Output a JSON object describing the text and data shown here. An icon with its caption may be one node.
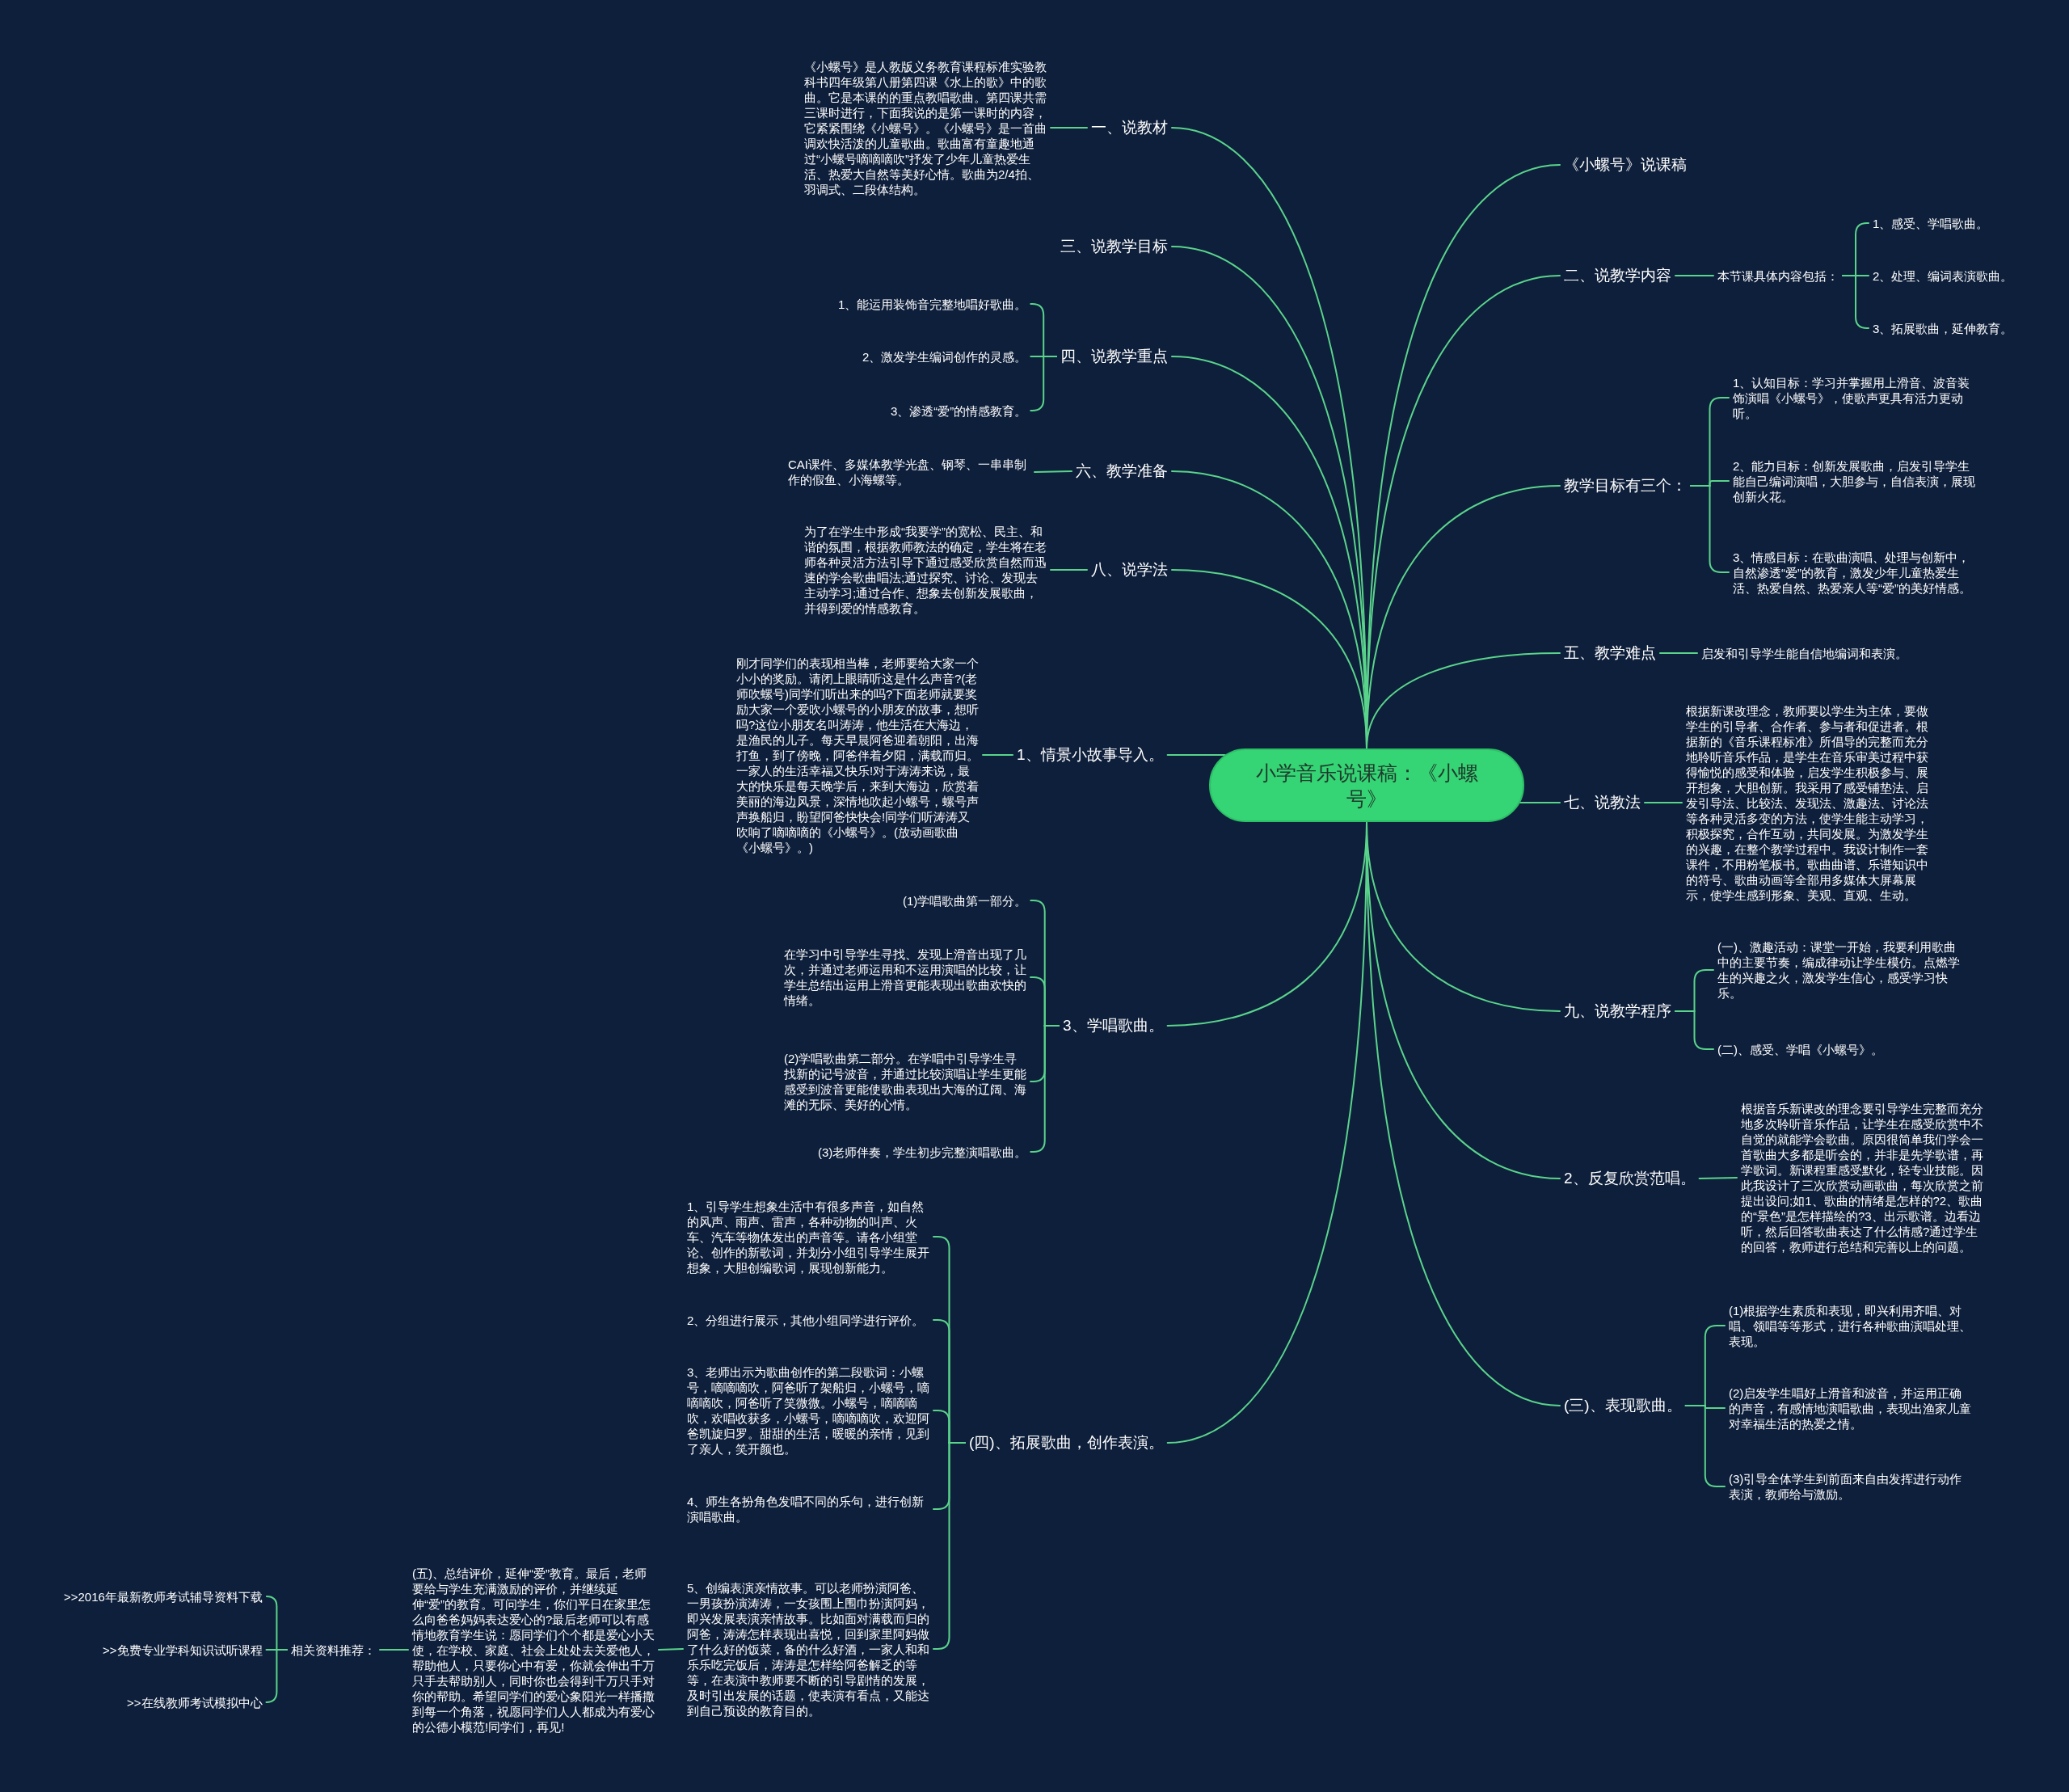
{
  "diagram": {
    "nodes": [
      {
        "text": [
          "小学音乐说课稿：《小螺号》"
        ]
      },
      {
        "text": [
          "一、说教材"
        ]
      },
      {
        "text": [
          "《小螺号》是人教版义务教育课程标准实验教科书四年级第八册第四课《水上的歌》中的歌曲。它是本课的的重点教唱歌曲。第四课共需三课时进行，下面我说的是第一课时的内容，它紧紧围绕《小螺号》。《小螺号》是一首曲调欢快活泼的儿童歌曲。歌曲富有童趣地通过“小螺号嘀嘀嘀吹”抒发了少年儿童热爱生活、热爱大自然等美好心情。歌曲为2/4拍、羽调式、二段体结构。"
        ]
      },
      {
        "text": [
          "三、说教学目标"
        ]
      },
      {
        "text": [
          "四、说教学重点"
        ]
      },
      {
        "text": [
          "1、能运用装饰音完整地唱好歌曲。"
        ]
      },
      {
        "text": [
          "2、激发学生编词创作的灵感。"
        ]
      },
      {
        "text": [
          "3、渗透“爱”的情感教育。"
        ]
      },
      {
        "text": [
          "六、教学准备"
        ]
      },
      {
        "text": [
          "CAI课件、多媒体教学光盘、钢琴、一串串制作的假鱼、小海螺等。"
        ]
      },
      {
        "text": [
          "八、说学法"
        ]
      },
      {
        "text": [
          "为了在学生中形成“我要学”的宽松、民主、和谐的氛围，根据教师教法的确定，学生将在老师各种灵活方法引导下通过感受欣赏自然而迅速的学会歌曲唱法;通过探究、讨论、发现去主动学习;通过合作、想象去创新发展歌曲，并得到爱的情感教育。"
        ]
      },
      {
        "text": [
          "1、情景小故事导入。"
        ]
      },
      {
        "text": [
          "刚才同学们的表现相当棒，老师要给大家一个小小的奖励。请闭上眼睛听这是什么声音?(老师吹螺号)同学们听出来的吗?下面老师就要奖励大家一个爱吹小螺号的小朋友的故事，想听吗?这位小朋友名叫涛涛，他生活在大海边，是渔民的儿子。每天早晨阿爸迎着朝阳，出海打鱼，到了傍晚，阿爸伴着夕阳，满载而归。一家人的生活幸福又快乐!对于涛涛来说，最大的快乐是每天晚学后，来到大海边，欣赏着美丽的海边风景，深情地吹起小螺号，螺号声声换船归，盼望阿爸快快会!同学们听涛涛又吹响了嘀嘀嘀的《小螺号》。(放动画歌曲《小螺号》。)"
        ]
      },
      {
        "text": [
          "3、学唱歌曲。"
        ]
      },
      {
        "text": [
          "(1)学唱歌曲第一部分。"
        ]
      },
      {
        "text": [
          "在学习中引导学生寻找、发现上滑音出现了几次，并通过老师运用和不运用演唱的比较，让学生总结出运用上滑音更能表现出歌曲欢快的情绪。"
        ]
      },
      {
        "text": [
          "(2)学唱歌曲第二部分。在学唱中引导学生寻找新的记号波音，并通过比较演唱让学生更能感受到波音更能使歌曲表现出大海的辽阔、海滩的无际、美好的心情。"
        ]
      },
      {
        "text": [
          "(3)老师伴奏，学生初步完整演唱歌曲。"
        ]
      },
      {
        "text": [
          "(四)、拓展歌曲，创作表演。"
        ]
      },
      {
        "text": [
          "1、引导学生想象生活中有很多声音，如自然的风声、雨声、雷声，各种动物的叫声、火车、汽车等物体发出的声音等。请各小组堂论、创作的新歌词，并划分小组引导学生展开想象，大胆创编歌词，展现创新能力。"
        ]
      },
      {
        "text": [
          "2、分组进行展示，其他小组同学进行评价。"
        ]
      },
      {
        "text": [
          "3、老师出示为歌曲创作的第二段歌词：小螺号，嘀嘀嘀吹，阿爸听了架船归，小螺号，嘀嘀嘀吹，阿爸听了笑微微。小螺号，嘀嘀嘀吹，欢唱收获多，小螺号，嘀嘀嘀吹，欢迎阿爸凯旋归罗。甜甜的生活，暖暖的亲情，见到了亲人，笑开颜也。"
        ]
      },
      {
        "text": [
          "4、师生各扮角色发唱不同的乐句，进行创新演唱歌曲。"
        ]
      },
      {
        "text": [
          "5、创编表演亲情故事。可以老师扮演阿爸、一男孩扮演涛涛，一女孩围上围巾扮演阿妈，即兴发展表演亲情故事。比如面对满载而归的阿爸，涛涛怎样表现出喜悦，回到家里阿妈做了什么好的饭菜，备的什么好酒，一家人和和乐乐吃完饭后，涛涛是怎样给阿爸解乏的等等，在表演中教师要不断的引导剧情的发展，及时引出发展的话题，使表演有看点，又能达到自己预设的教育目的。"
        ]
      },
      {
        "text": [
          "(五)、总结评价，延伸“爱”教育。最后，老师要给与学生充满激励的评价，并继续延伸“爱”的教育。可问学生，你们平日在家里怎么向爸爸妈妈表达爱心的?最后老师可以有感情地教育学生说：愿同学们个个都是爱心小天使，在学校、家庭、社会上处处去关爱他人，帮助他人，只要你心中有爱，你就会伸出千万只手去帮助别人，同时你也会得到千万只手对你的帮助。希望同学们的爱心象阳光一样播撒到每一个角落，祝愿同学们人人都成为有爱心的公德小模范!同学们，再见!"
        ]
      },
      {
        "text": [
          "相关资料推荐："
        ]
      },
      {
        "text": [
          ">>2016年最新教师考试辅导资料下载"
        ]
      },
      {
        "text": [
          ">>免费专业学科知识试听课程"
        ]
      },
      {
        "text": [
          ">>在线教师考试模拟中心"
        ]
      },
      {
        "text": [
          "《小螺号》说课稿"
        ]
      },
      {
        "text": [
          "二、说教学内容"
        ]
      },
      {
        "text": [
          "本节课具体内容包括："
        ]
      },
      {
        "text": [
          "1、感受、学唱歌曲。"
        ]
      },
      {
        "text": [
          "2、处理、编词表演歌曲。"
        ]
      },
      {
        "text": [
          "3、拓展歌曲，延伸教育。"
        ]
      },
      {
        "text": [
          "教学目标有三个："
        ]
      },
      {
        "text": [
          "1、认知目标：学习并掌握用上滑音、波音装饰演唱《小螺号》，使歌声更具有活力更动听。"
        ]
      },
      {
        "text": [
          "2、能力目标：创新发展歌曲，启发引导学生能自己编词演唱，大胆参与，自信表演，展现创新火花。"
        ]
      },
      {
        "text": [
          "3、情感目标：在歌曲演唱、处理与创新中，自然渗透“爱”的教育，激发少年儿童热爱生活、热爱自然、热爱亲人等“爱”的美好情感。"
        ]
      },
      {
        "text": [
          "五、教学难点"
        ]
      },
      {
        "text": [
          "启发和引导学生能自信地编词和表演。"
        ]
      },
      {
        "text": [
          "七、说教法"
        ]
      },
      {
        "text": [
          "根据新课改理念，教师要以学生为主体，要做学生的引导者、合作者、参与者和促进者。根据新的《音乐课程标准》所倡导的完整而充分地聆听音乐作品，是学生在音乐审美过程中获得愉悦的感受和体验，启发学生积极参与、展开想象，大胆创新。我采用了感受铺垫法、启发引导法、比较法、发现法、激趣法、讨论法等各种灵活多变的方法，使学生能主动学习，积极探究，合作互动，共同发展。为激发学生的兴趣，在整个教学过程中。我设计制作一套课件，不用粉笔板书。歌曲曲谱、乐谱知识中的符号、歌曲动画等全部用多媒体大屏幕展示，使学生感到形象、美观、直观、生动。"
        ]
      },
      {
        "text": [
          "九、说教学程序"
        ]
      },
      {
        "text": [
          "(一)、激趣活动：课堂一开始，我要利用歌曲中的主要节奏，编成律动让学生模仿。点燃学生的兴趣之火，激发学生信心，感受学习快乐。"
        ]
      },
      {
        "text": [
          "(二)、感受、学唱《小螺号》。"
        ]
      },
      {
        "text": [
          "2、反复欣赏范唱。"
        ]
      },
      {
        "text": [
          "根据音乐新课改的理念要引导学生完整而充分地多次聆听音乐作品，让学生在感受欣赏中不自觉的就能学会歌曲。原因很简单我们学会一首歌曲大多都是听会的，并非是先学歌谱，再学歌词。新课程重感受默化，轻专业技能。因此我设计了三次欣赏动画歌曲，每次欣赏之前提出设问;如1、歌曲的情绪是怎样的?2、歌曲的“景色”是怎样描绘的?3、出示歌谱。边看边听，然后回答歌曲表达了什么情感?通过学生的回答，教师进行总结和完善以上的问题。"
        ]
      },
      {
        "text": [
          "(三)、表现歌曲。"
        ]
      },
      {
        "text": [
          "(1)根据学生素质和表现，即兴利用齐唱、对唱、领唱等等形式，进行各种歌曲演唱处理、表现。"
        ]
      },
      {
        "text": [
          "(2)启发学生唱好上滑音和波音，并运用正确的声音，有感情地演唱歌曲，表现出渔家儿童对幸福生活的热爱之情。"
        ]
      },
      {
        "text": [
          "(3)引导全体学生到前面来自由发挥进行动作表演，教师给与激励。"
        ]
      }
    ],
    "edges": [
      {
        "from": 0,
        "to": 1,
        "arrow": "none"
      },
      {
        "from": 1,
        "to": 2,
        "arrow": "none"
      },
      {
        "from": 0,
        "to": 3,
        "arrow": "none"
      },
      {
        "from": 0,
        "to": 4,
        "arrow": "none"
      },
      {
        "from": 4,
        "to": 5,
        "arrow": "none"
      },
      {
        "from": 4,
        "to": 6,
        "arrow": "none"
      },
      {
        "from": 4,
        "to": 7,
        "arrow": "none"
      },
      {
        "from": 0,
        "to": 8,
        "arrow": "none"
      },
      {
        "from": 8,
        "to": 9,
        "arrow": "none"
      },
      {
        "from": 0,
        "to": 10,
        "arrow": "none"
      },
      {
        "from": 10,
        "to": 11,
        "arrow": "none"
      },
      {
        "from": 0,
        "to": 12,
        "arrow": "none"
      },
      {
        "from": 12,
        "to": 13,
        "arrow": "none"
      },
      {
        "from": 0,
        "to": 14,
        "arrow": "none"
      },
      {
        "from": 14,
        "to": 15,
        "arrow": "none"
      },
      {
        "from": 14,
        "to": 16,
        "arrow": "none"
      },
      {
        "from": 14,
        "to": 17,
        "arrow": "none"
      },
      {
        "from": 14,
        "to": 18,
        "arrow": "none"
      },
      {
        "from": 0,
        "to": 19,
        "arrow": "none"
      },
      {
        "from": 19,
        "to": 20,
        "arrow": "none"
      },
      {
        "from": 19,
        "to": 21,
        "arrow": "none"
      },
      {
        "from": 19,
        "to": 22,
        "arrow": "none"
      },
      {
        "from": 19,
        "to": 23,
        "arrow": "none"
      },
      {
        "from": 19,
        "to": 24,
        "arrow": "none"
      },
      {
        "from": 24,
        "to": 25,
        "arrow": "none"
      },
      {
        "from": 25,
        "to": 26,
        "arrow": "none"
      },
      {
        "from": 26,
        "to": 27,
        "arrow": "none"
      },
      {
        "from": 26,
        "to": 28,
        "arrow": "none"
      },
      {
        "from": 26,
        "to": 29,
        "arrow": "none"
      },
      {
        "from": 0,
        "to": 30,
        "arrow": "none"
      },
      {
        "from": 0,
        "to": 31,
        "arrow": "none"
      },
      {
        "from": 31,
        "to": 32,
        "arrow": "none"
      },
      {
        "from": 32,
        "to": 33,
        "arrow": "none"
      },
      {
        "from": 32,
        "to": 34,
        "arrow": "none"
      },
      {
        "from": 32,
        "to": 35,
        "arrow": "none"
      },
      {
        "from": 0,
        "to": 36,
        "arrow": "none"
      },
      {
        "from": 36,
        "to": 37,
        "arrow": "none"
      },
      {
        "from": 36,
        "to": 38,
        "arrow": "none"
      },
      {
        "from": 36,
        "to": 39,
        "arrow": "none"
      },
      {
        "from": 0,
        "to": 40,
        "arrow": "none"
      },
      {
        "from": 40,
        "to": 41,
        "arrow": "none"
      },
      {
        "from": 0,
        "to": 42,
        "arrow": "none"
      },
      {
        "from": 42,
        "to": 43,
        "arrow": "none"
      },
      {
        "from": 0,
        "to": 44,
        "arrow": "none"
      },
      {
        "from": 44,
        "to": 45,
        "arrow": "none"
      },
      {
        "from": 44,
        "to": 46,
        "arrow": "none"
      },
      {
        "from": 0,
        "to": 47,
        "arrow": "none"
      },
      {
        "from": 47,
        "to": 48,
        "arrow": "none"
      },
      {
        "from": 0,
        "to": 49,
        "arrow": "none"
      },
      {
        "from": 49,
        "to": 50,
        "arrow": "none"
      },
      {
        "from": 49,
        "to": 51,
        "arrow": "none"
      },
      {
        "from": 49,
        "to": 52,
        "arrow": "none"
      }
    ]
  }
}
